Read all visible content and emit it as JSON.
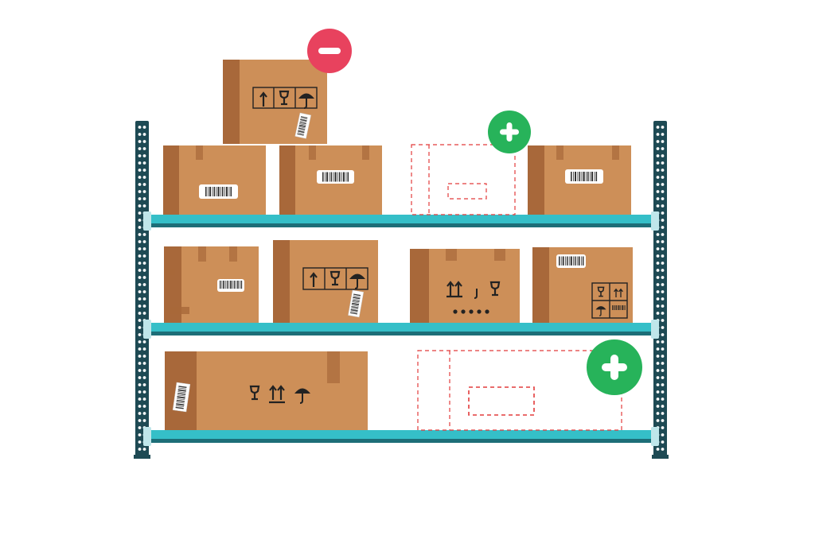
{
  "colors": {
    "post": "#1e4a54",
    "post_holes": "#ffffff",
    "shelf_top": "#35bfc8",
    "shelf_bottom": "#1d6e78",
    "shelf_cap": "#bfe6ea",
    "box": "#cd8f58",
    "box_shade": "#a8683a",
    "tape": "#a8683a",
    "label": "#ffffff",
    "ink": "#222222",
    "placeholder": "#e23b3b",
    "remove": "#e8425e",
    "add": "#27b35a"
  },
  "icons": {
    "remove": "minus-icon",
    "add": "plus-icon",
    "this_side_up": "arrows-up-icon",
    "fragile": "glass-icon",
    "keep_dry": "umbrella-icon",
    "barcode": "barcode-icon"
  },
  "controls": {
    "remove_box": "remove",
    "add_slot_top": "add",
    "add_slot_bottom": "add"
  }
}
